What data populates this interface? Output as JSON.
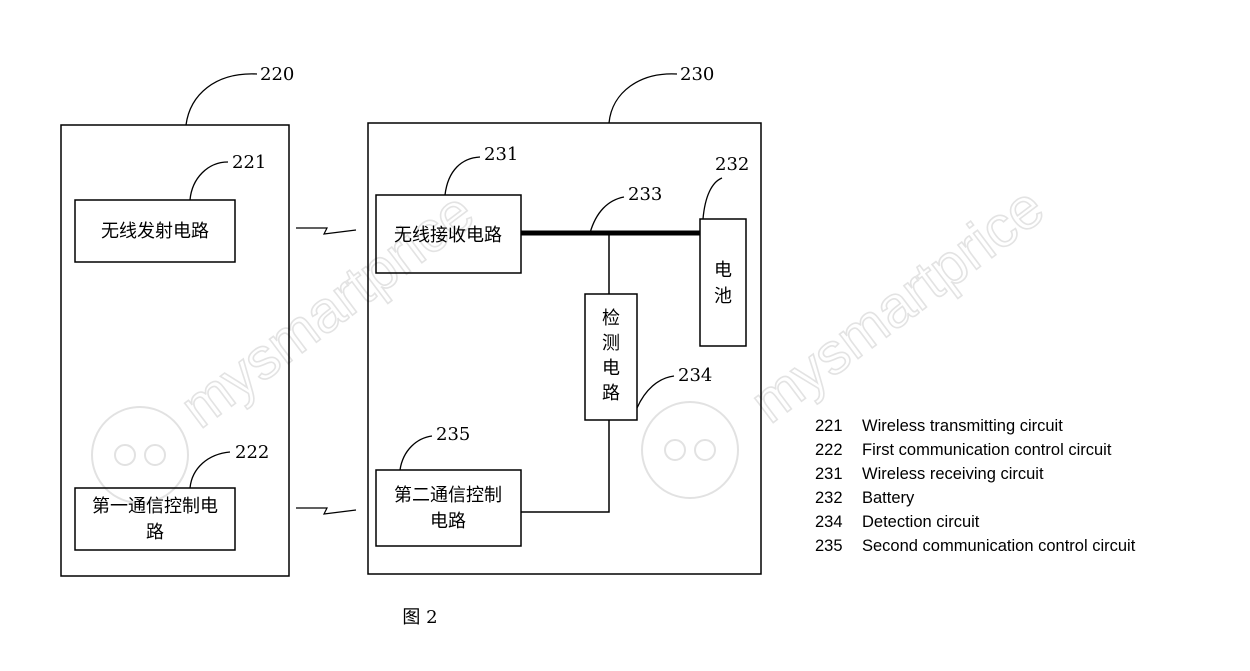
{
  "watermark": "mysmartprice",
  "diagram": {
    "blocks": {
      "b220": {
        "ref": "220"
      },
      "b230": {
        "ref": "230"
      },
      "b221": {
        "ref": "221",
        "label": "无线发射电路"
      },
      "b222": {
        "ref": "222",
        "label_line1": "第一通信控制电",
        "label_line2": "路"
      },
      "b231": {
        "ref": "231",
        "label": "无线接收电路"
      },
      "b232": {
        "ref": "232",
        "label_line1": "电",
        "label_line2": "池"
      },
      "b233": {
        "ref": "233"
      },
      "b234": {
        "ref": "234",
        "label_chars": [
          "检",
          "测",
          "电",
          "路"
        ]
      },
      "b235": {
        "ref": "235",
        "label_line1": "第二通信控制",
        "label_line2": "电路"
      }
    },
    "caption": "图 2"
  },
  "legend": [
    {
      "num": "221",
      "text": "Wireless transmitting circuit"
    },
    {
      "num": "222",
      "text": "First communication control circuit"
    },
    {
      "num": "231",
      "text": "Wireless receiving circuit"
    },
    {
      "num": "232",
      "text": "Battery"
    },
    {
      "num": "234",
      "text": "Detection circuit"
    },
    {
      "num": "235",
      "text": "Second communication control circuit"
    }
  ]
}
